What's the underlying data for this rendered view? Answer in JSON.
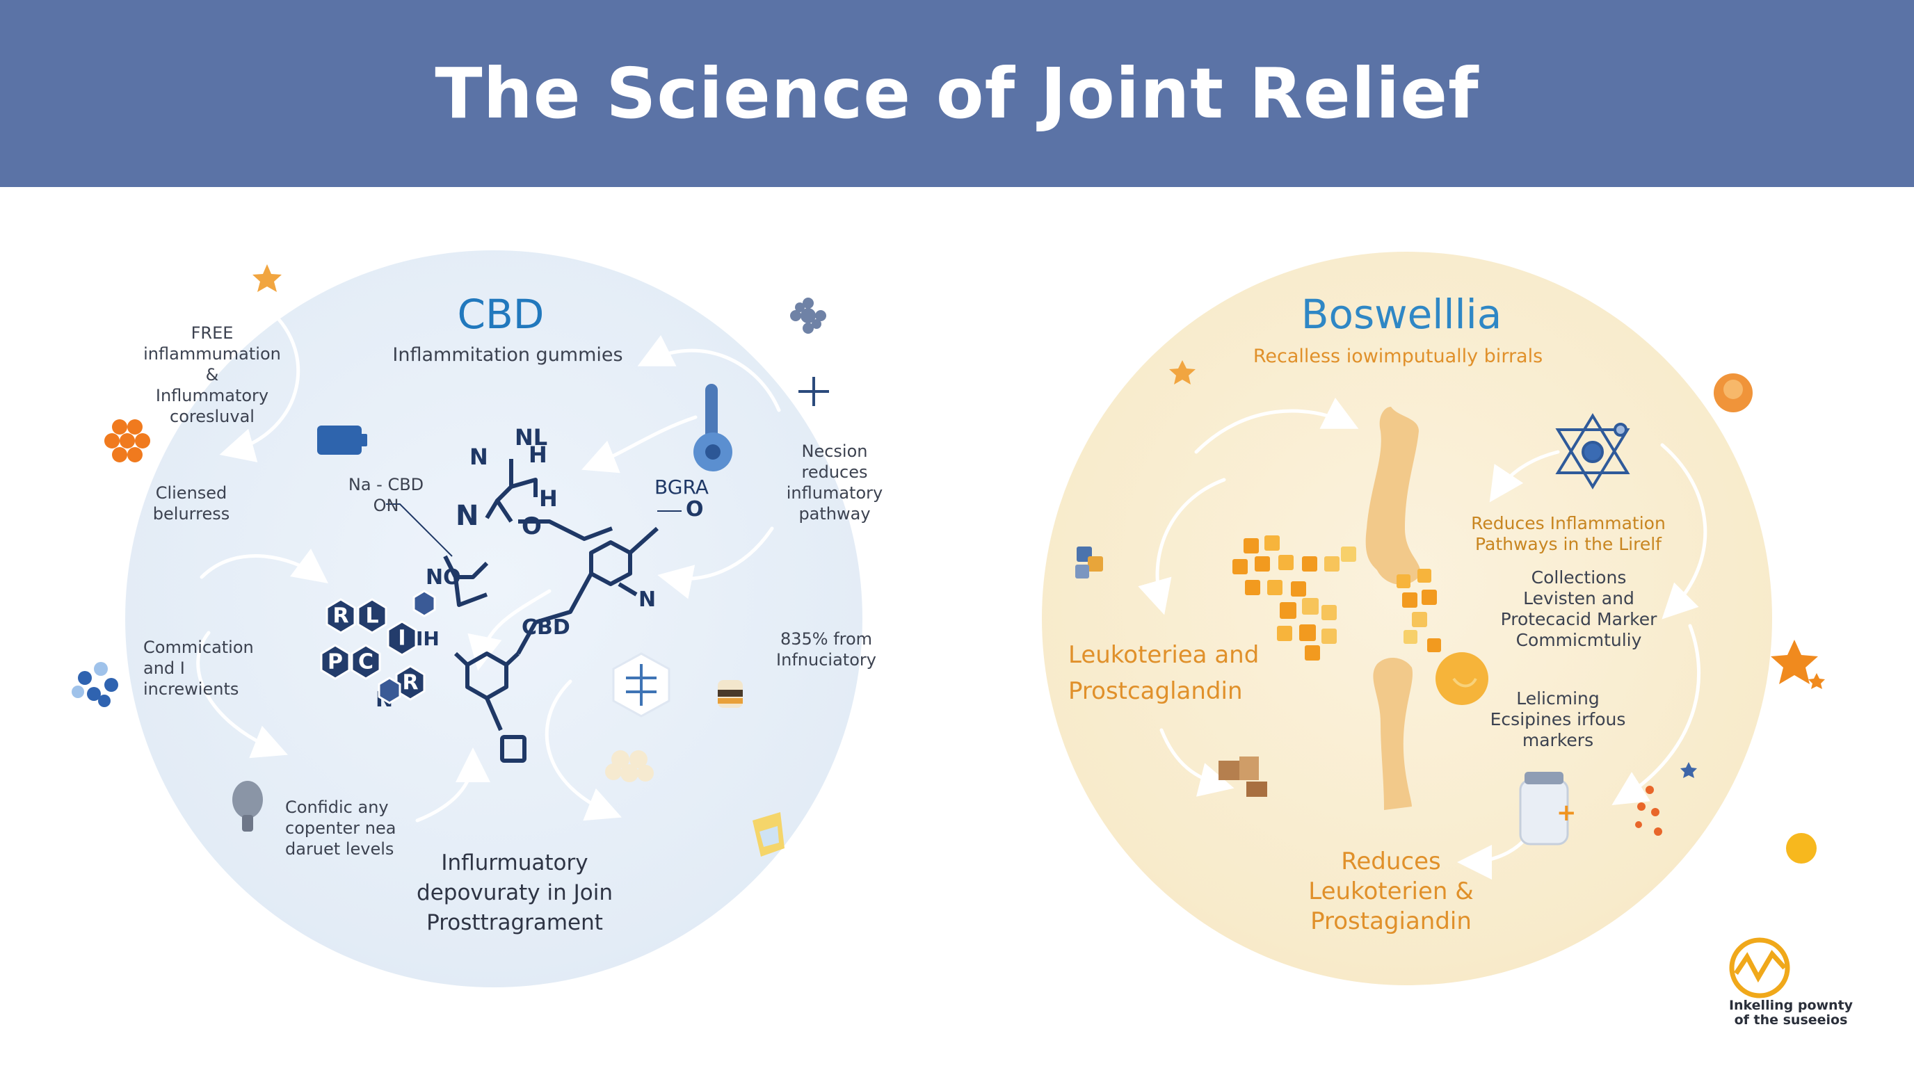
{
  "header": {
    "title": "The Science of Joint Relief"
  },
  "colors": {
    "header_bg": "#5b73a6",
    "cbd_accent": "#2178bd",
    "bos_accent": "#e0902a",
    "navy": "#1f3866"
  },
  "cbd": {
    "title": "CBD",
    "subtitle": "Inflammitation gummies",
    "labels": {
      "free": "FREE\ninflammumation\n&\nInflummatory\ncoresluval",
      "cliensed": "Cliensed\nbelurress",
      "commication": "Commication\nand I\nincrewients",
      "confidic": "Confidic any\ncopenter nea\ndaruet levels",
      "necsion": "Necsion\nreduces\ninflumatory\npathway",
      "pct": "835% from\nInfnuciatory",
      "na_cbd": "Na - CBD\nON",
      "bgra": "BGRA",
      "bottom": "Influrmuatory\ndepovuraty in Join\nProsttragrament"
    },
    "molecule": {
      "nl": "NL",
      "h1": "H",
      "n1": "N",
      "h2": "H",
      "n2": "N",
      "o1": "O",
      "no": "NO",
      "n3": "N",
      "cbd": "CBD",
      "o2": "O",
      "n4": "N",
      "ih": "IH",
      "hex": [
        "R",
        "L",
        "I",
        "P",
        "C",
        "R"
      ]
    }
  },
  "boswellia": {
    "title": "Boswelllia",
    "subtitle": "Recalless iowimputually birrals",
    "labels": {
      "reduces_pathways": "Reduces Inflammation\nPathways in the Lirelf",
      "collections": "Collections\nLevisten and\nProtecacid Marker\nCommicmtuliy",
      "lelicming": "Lelicming\nEcsipines irfous\nmarkers",
      "leuko": "Leukoteriea and\nProstcaglandin",
      "bottom": "Reduces\nLeukoterien &\nProstagiandin"
    }
  },
  "logo": {
    "caption": "Inkelling pownty\nof the suseeios"
  },
  "icons": [
    "star-icon",
    "honeycomb-icon",
    "molecule-cluster-icon",
    "lightbulb-icon",
    "gear-icon",
    "plus-icon",
    "thermometer-icon",
    "battery-icon",
    "hexagon-arrows-icon",
    "cookie-icon",
    "cheese-icon",
    "atom-icon",
    "bone-icon",
    "jar-icon",
    "sun-icon",
    "leaf-icon"
  ]
}
